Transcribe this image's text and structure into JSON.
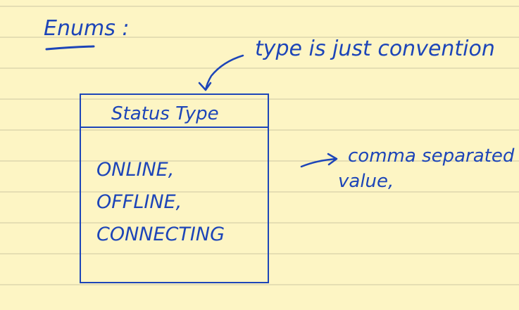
{
  "heading": "Enums :",
  "note_top": "type is just convention",
  "box": {
    "title": "Status Type",
    "values": [
      "ONLINE,",
      "OFFLINE,",
      "CONNECTING"
    ]
  },
  "note_right": {
    "line1": "comma separated",
    "line2": "value,"
  },
  "colors": {
    "paper": "#fdf5c4",
    "rule": "#cdc6a2",
    "ink": "#1d45b8"
  }
}
